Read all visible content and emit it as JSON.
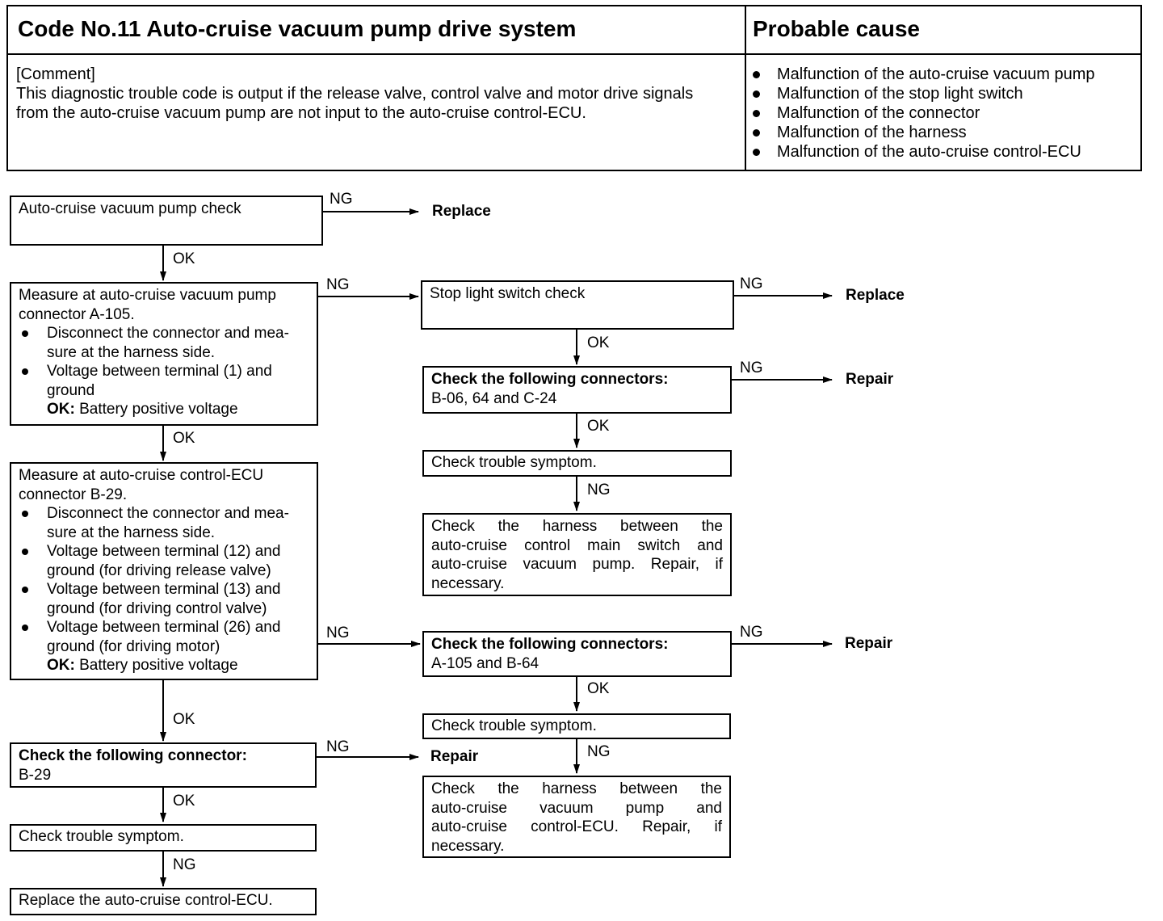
{
  "header": {
    "title": "Code No.11 Auto-cruise vacuum pump drive system",
    "cause_title": "Probable cause",
    "comment_label": "[Comment]",
    "comment_line1": "This diagnostic trouble code is output if the release valve, control valve and motor drive signals",
    "comment_line2": "from the auto-cruise vacuum pump are not input to the auto-cruise control-ECU.",
    "causes": [
      "Malfunction of the auto-cruise vacuum pump",
      "Malfunction of the stop light switch",
      "Malfunction of the connector",
      "Malfunction of the harness",
      "Malfunction of the auto-cruise control-ECU"
    ]
  },
  "flow": {
    "pump_check": "Auto-cruise vacuum pump check",
    "measure_a105": {
      "line1": "Measure at auto-cruise vacuum pump",
      "line2": "connector A-105.",
      "bullet1_a": "Disconnect the connector and mea-",
      "bullet1_b": "sure at the harness side.",
      "bullet2_a": "Voltage between terminal (1) and",
      "bullet2_b": "ground",
      "ok_label": "OK:",
      "ok_text": "Battery positive voltage"
    },
    "measure_b29": {
      "line1": "Measure at auto-cruise control-ECU",
      "line2": "connector B-29.",
      "bullet1_a": "Disconnect the connector and mea-",
      "bullet1_b": "sure at the harness side.",
      "bullet2_a": "Voltage between terminal (12) and",
      "bullet2_b": "ground (for driving release valve)",
      "bullet3_a": "Voltage between terminal (13) and",
      "bullet3_b": "ground (for driving control valve)",
      "bullet4_a": "Voltage between terminal (26) and",
      "bullet4_b": "ground (for driving motor)",
      "ok_label": "OK:",
      "ok_text": "Battery positive voltage"
    },
    "check_b29": {
      "line1": "Check the following connector:",
      "line2": "B-29"
    },
    "trouble_left": "Check trouble symptom.",
    "replace_ecu": "Replace the auto-cruise control-ECU.",
    "stop_light": "Stop light switch check",
    "check_b06": {
      "line1": "Check the following connectors:",
      "line2": "B-06, 64 and C-24"
    },
    "trouble_mid1": "Check trouble symptom.",
    "harness_main": {
      "line1": "Check the harness between the",
      "line2": "auto-cruise control main switch and",
      "line3": "auto-cruise vacuum pump. Repair, if",
      "line4": "necessary."
    },
    "check_a105": {
      "line1": "Check the following connectors:",
      "line2": "A-105 and B-64"
    },
    "trouble_mid2": "Check trouble symptom.",
    "harness_ecu": {
      "line1": "Check the harness between the",
      "line2": "auto-cruise vacuum pump and",
      "line3": "auto-cruise control-ECU. Repair, if",
      "line4": "necessary."
    },
    "labels": {
      "ng": "NG",
      "ok": "OK"
    },
    "results": {
      "replace": "Replace",
      "repair": "Repair"
    }
  }
}
